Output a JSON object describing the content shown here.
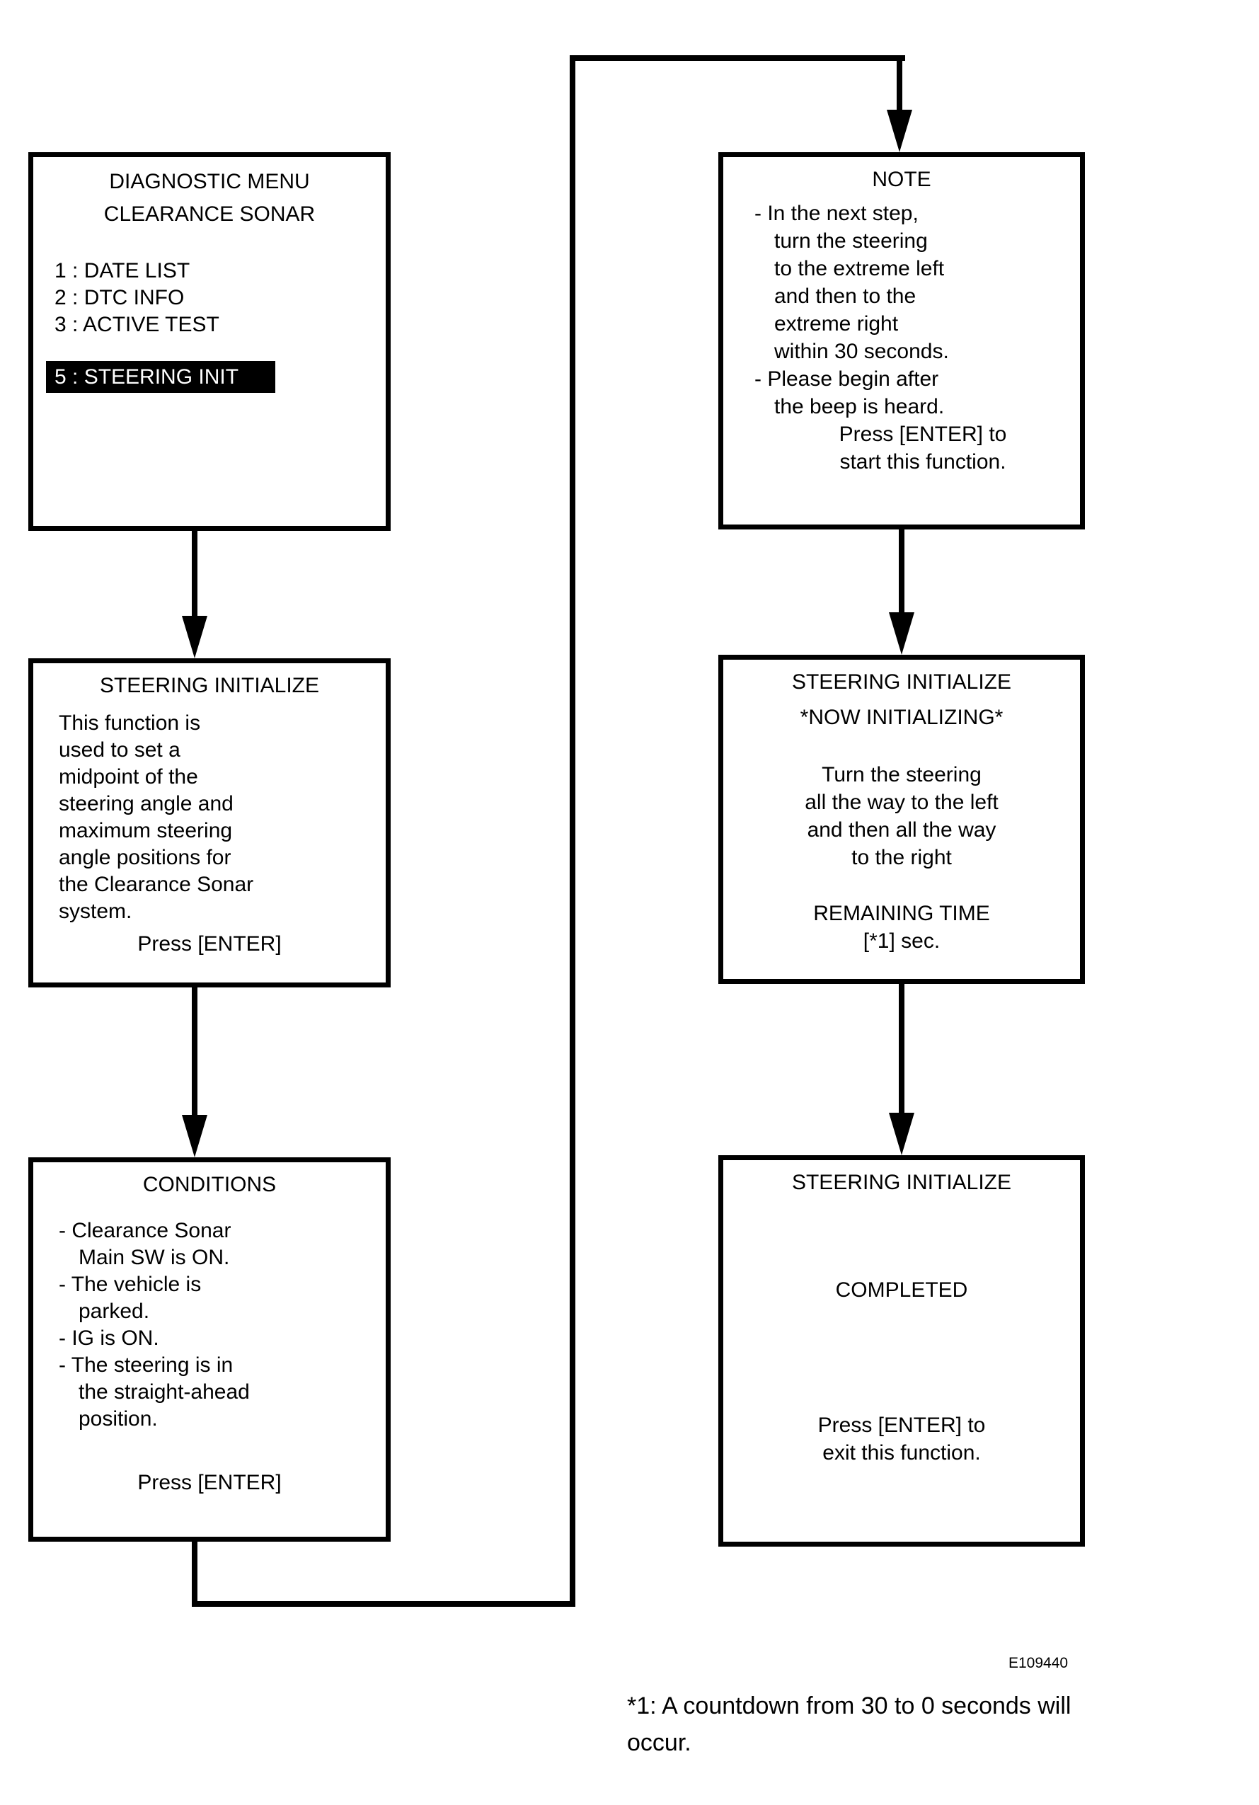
{
  "figure_code": "E109440",
  "footnote": {
    "line1": "*1: A countdown from 30 to 0 seconds will",
    "line2": "occur."
  },
  "colors": {
    "ink": "#000000",
    "paper": "#ffffff",
    "highlight_bg": "#000000",
    "highlight_text": "#ffffff"
  },
  "boxes": {
    "diagnostic_menu": {
      "title1": "DIAGNOSTIC MENU",
      "title2": "CLEARANCE SONAR",
      "items": [
        "1 : DATE LIST",
        "2 : DTC INFO",
        "3 : ACTIVE TEST"
      ],
      "selected_item": "5 : STEERING INIT"
    },
    "steering_initialize_info": {
      "title": "STEERING INITIALIZE",
      "lines": [
        "This function is",
        "used to set a",
        "midpoint of the",
        "steering angle and",
        "maximum steering",
        "angle positions for",
        "the Clearance Sonar",
        "system."
      ],
      "action": "Press [ENTER]"
    },
    "conditions": {
      "title": "CONDITIONS",
      "lines": [
        "- Clearance Sonar",
        "Main SW is ON.",
        "- The vehicle is",
        "parked.",
        "- IG is ON.",
        "- The steering is in",
        "the straight-ahead",
        "position."
      ],
      "action": "Press [ENTER]"
    },
    "note": {
      "title": "NOTE",
      "lines": [
        "- In the next step,",
        "turn the steering",
        "to the extreme left",
        "and then to the",
        "extreme right",
        "within 30 seconds.",
        "- Please begin after",
        "the beep is heard."
      ],
      "action1": "Press [ENTER] to",
      "action2": "start this function."
    },
    "now_initializing": {
      "title": "STEERING INITIALIZE",
      "status": "*NOW INITIALIZING*",
      "lines": [
        "Turn the steering",
        "all the way to the left",
        "and then all the way",
        "to the right"
      ],
      "remaining1": "REMAINING TIME",
      "remaining2": "[*1] sec."
    },
    "completed": {
      "title": "STEERING INITIALIZE",
      "status": "COMPLETED",
      "action1": "Press [ENTER] to",
      "action2": "exit this function."
    }
  }
}
